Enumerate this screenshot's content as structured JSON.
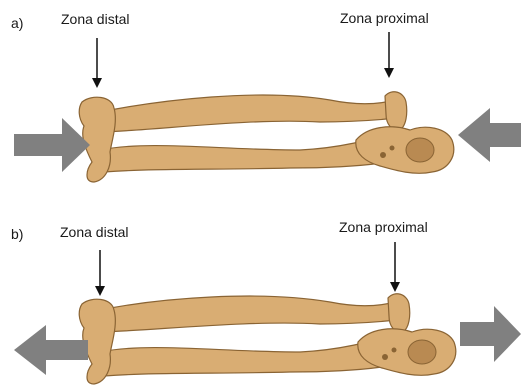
{
  "panels": [
    {
      "label": "a)",
      "distal_label": "Zona distal",
      "proximal_label": "Zona proximal",
      "force": "compression"
    },
    {
      "label": "b)",
      "distal_label": "Zona distal",
      "proximal_label": "Zona proximal",
      "force": "tension"
    }
  ],
  "colors": {
    "bone_fill": "#d9ad73",
    "bone_shade": "#b98a52",
    "bone_outline": "#8a6434",
    "force_arrow": "#808080",
    "pointer_arrow": "#111111"
  }
}
